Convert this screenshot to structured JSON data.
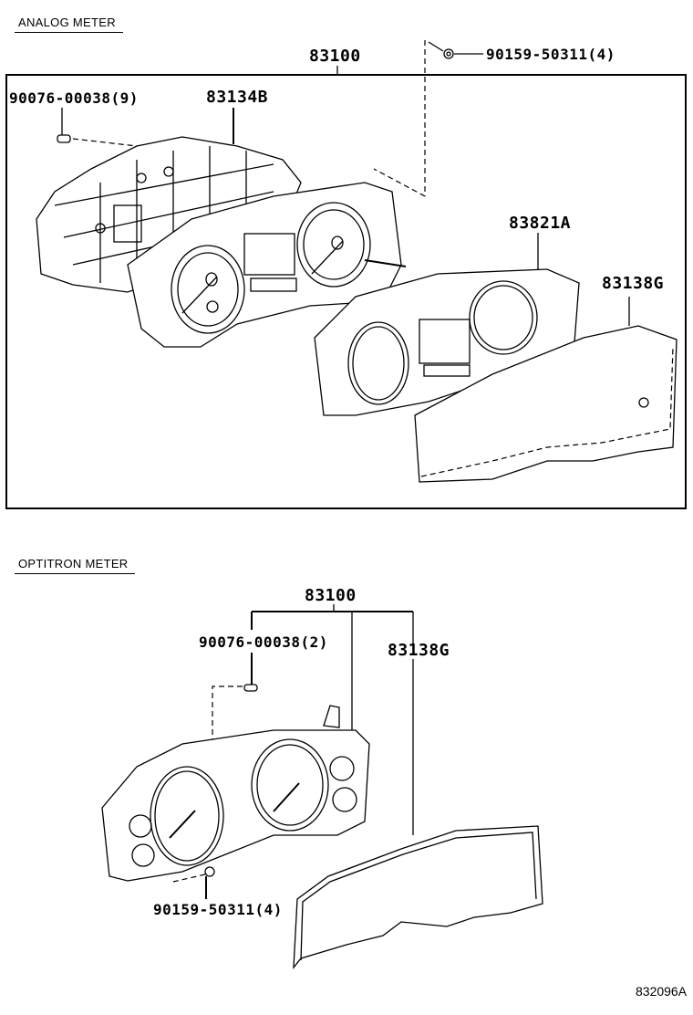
{
  "diagram": {
    "reference_code": "832096A",
    "sections": [
      {
        "title": "ANALOG  METER",
        "assembly": "83100",
        "parts": [
          {
            "part_no": "90076-00038",
            "qty": "(9)",
            "label": "90076-00038(9)",
            "kind": "screw"
          },
          {
            "part_no": "83134B",
            "label": "83134B",
            "kind": "case"
          },
          {
            "part_no": "90159-50311",
            "qty": "(4)",
            "label": "90159-50311(4)",
            "kind": "screw"
          },
          {
            "part_no": "83821A",
            "label": "83821A",
            "kind": "dial-plate"
          },
          {
            "part_no": "83138G",
            "label": "83138G",
            "kind": "glass"
          }
        ]
      },
      {
        "title": "OPTITRON METER",
        "assembly": "83100",
        "parts": [
          {
            "part_no": "90076-00038",
            "qty": "(2)",
            "label": "90076-00038(2)",
            "kind": "screw"
          },
          {
            "part_no": "83138G",
            "label": "83138G",
            "kind": "glass"
          },
          {
            "part_no": "90159-50311",
            "qty": "(4)",
            "label": "90159-50311(4)",
            "kind": "screw"
          }
        ]
      }
    ]
  }
}
